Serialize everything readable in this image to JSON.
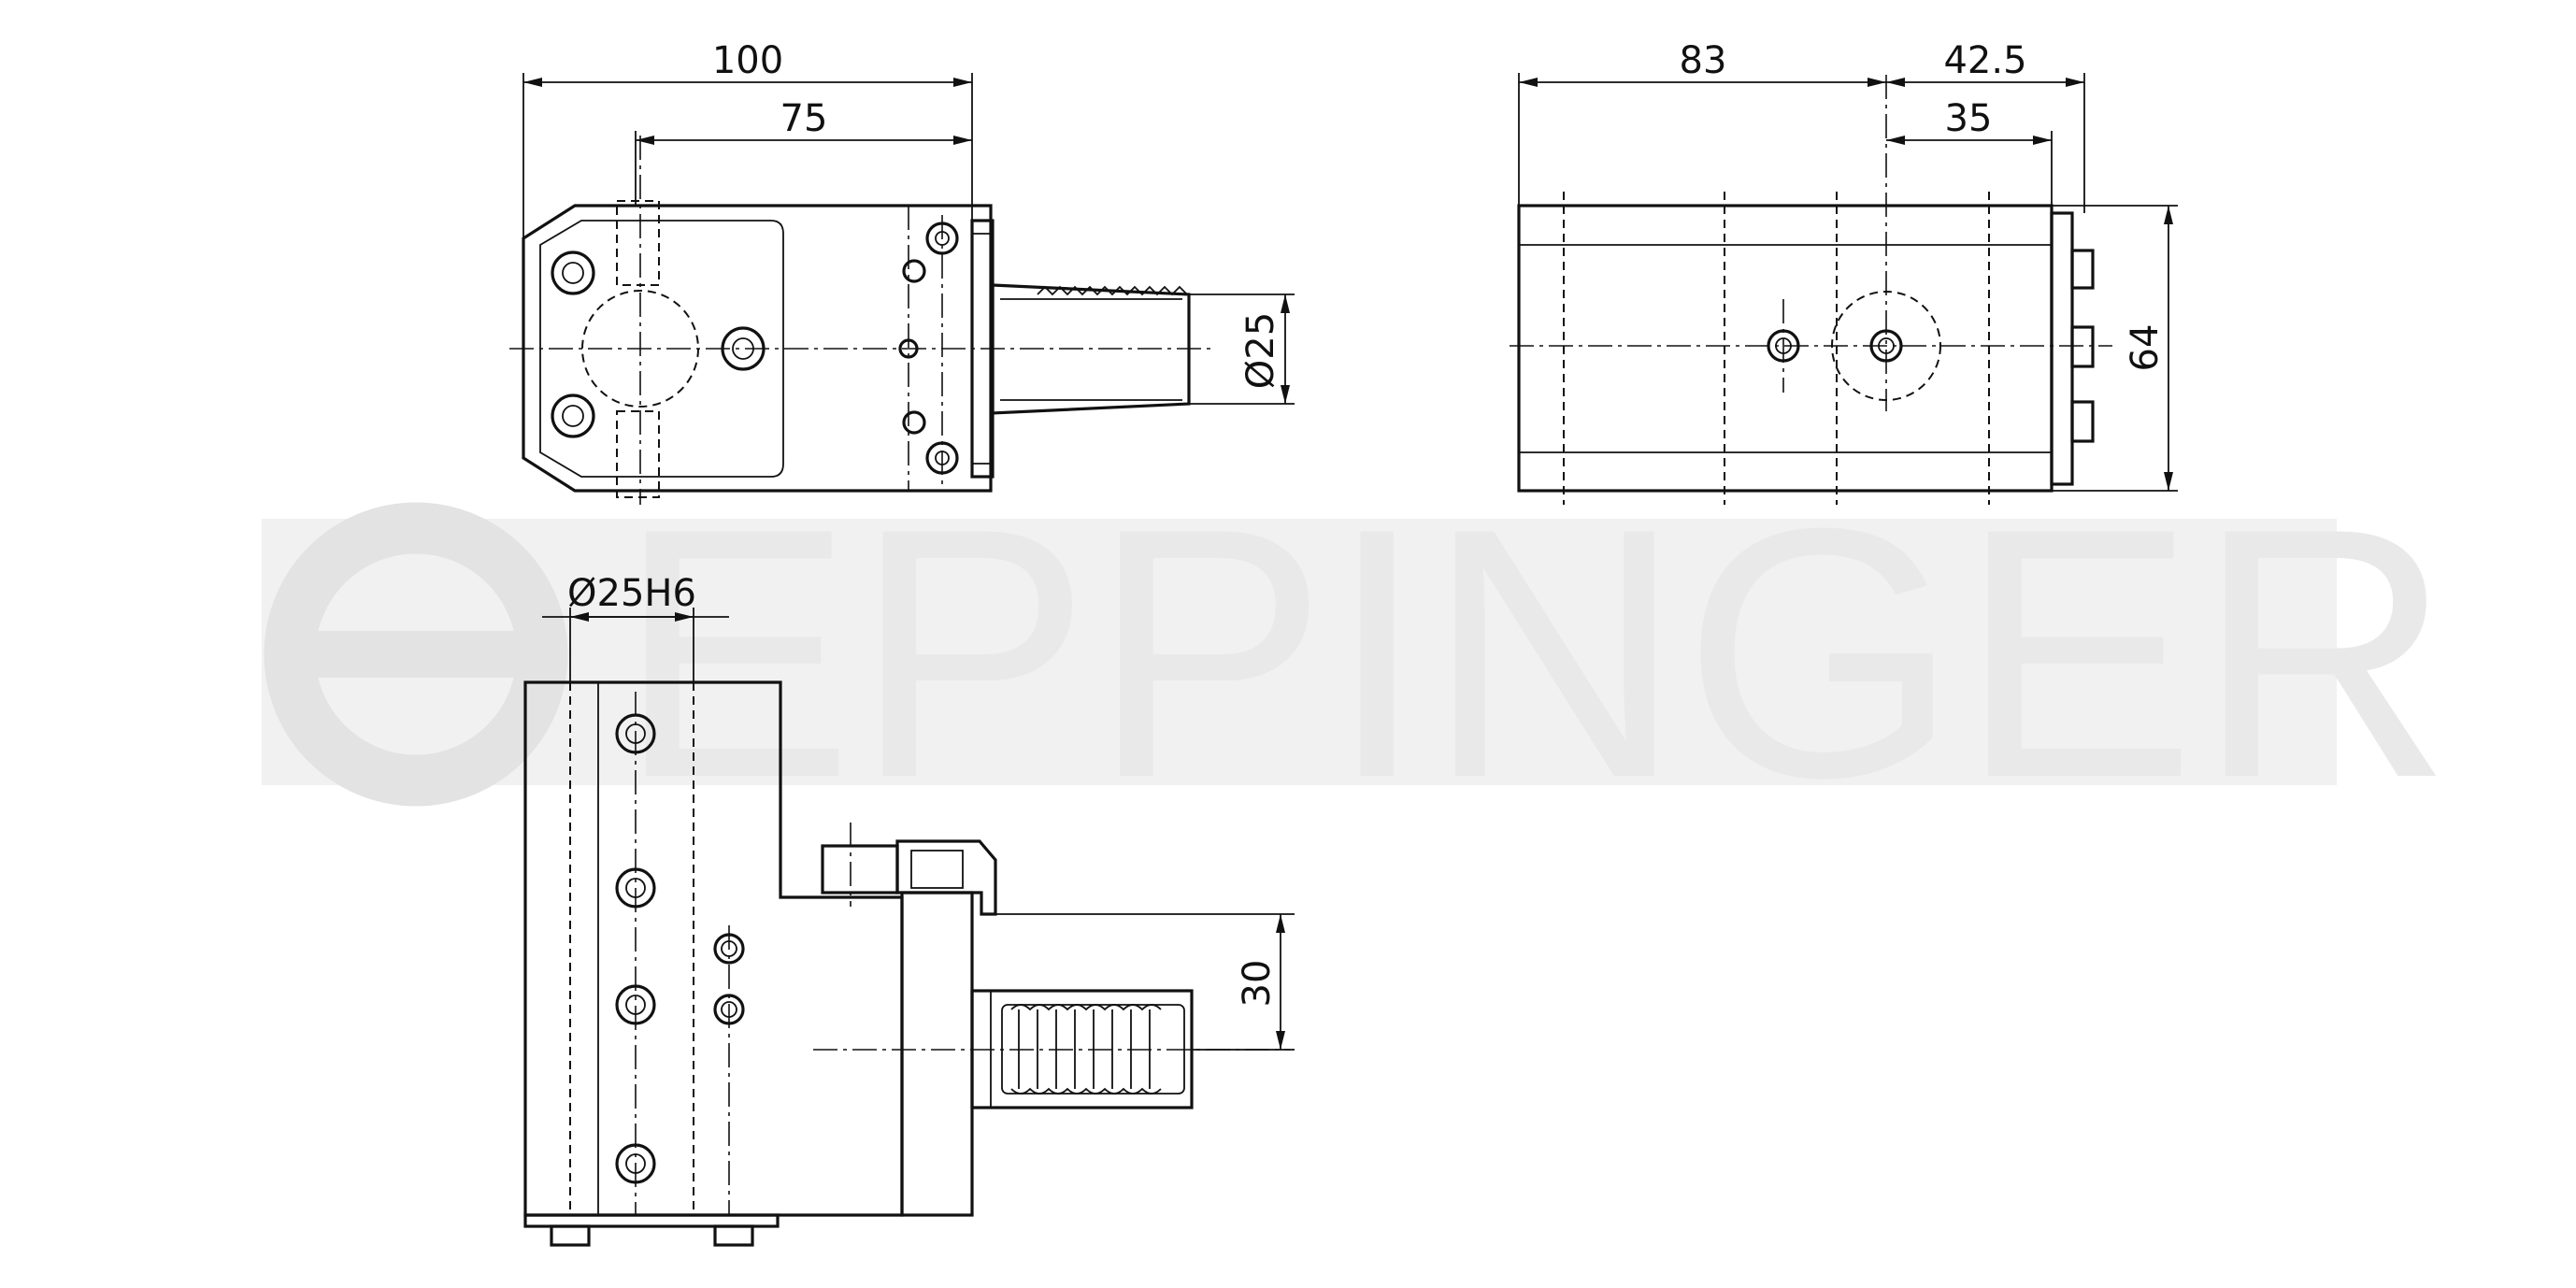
{
  "watermark": {
    "text": "EPPINGER",
    "color": "#e9e9e9"
  },
  "dimensions": {
    "top_overall_length": "100",
    "top_shank_offset": "75",
    "shank_diameter": "Ø25",
    "side_length_83": "83",
    "side_length_42_5": "42.5",
    "side_length_35": "35",
    "side_height": "64",
    "bore_diameter_fit": "Ø25H6",
    "center_height": "30"
  },
  "colors": {
    "line": "#111111",
    "background": "#ffffff"
  }
}
